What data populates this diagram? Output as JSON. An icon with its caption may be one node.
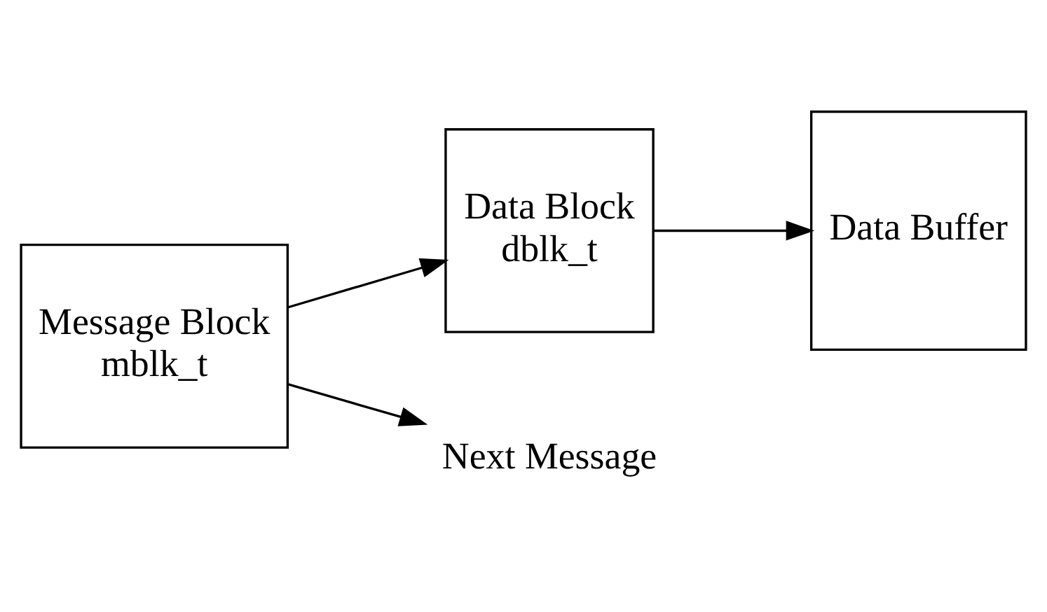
{
  "diagram": {
    "nodes": [
      {
        "text": [
          "Message Block",
          "mblk_t"
        ]
      },
      {
        "text": [
          "Data Block",
          "dblk_t"
        ]
      },
      {
        "text": [
          "Data Buffer"
        ]
      },
      {
        "text": [
          "Next Message"
        ]
      }
    ],
    "edges": [
      {
        "from": 0,
        "to": 3,
        "arrow": "to"
      },
      {
        "from": 0,
        "to": 1,
        "arrow": "to"
      },
      {
        "from": 1,
        "to": 2,
        "arrow": "to"
      }
    ]
  }
}
